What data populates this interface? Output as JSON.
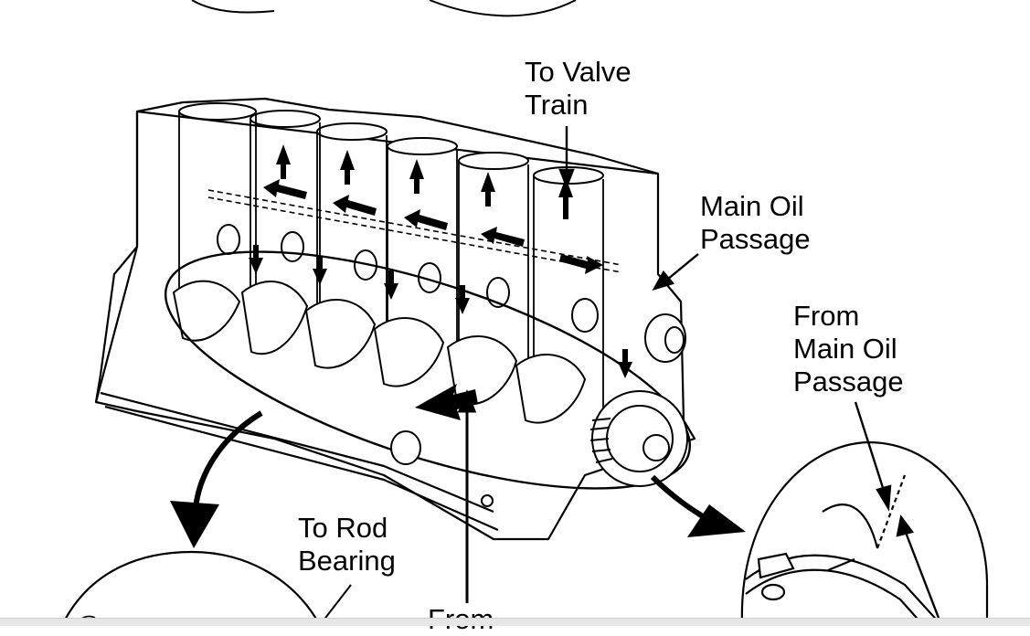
{
  "labels": {
    "to_valve_train": [
      "To Valve",
      "Train"
    ],
    "main_oil_passage": [
      "Main Oil",
      "Passage"
    ],
    "from_main_oil_passage": [
      "From",
      "Main Oil",
      "Passage"
    ],
    "to_rod_bearing": [
      "To Rod",
      "Bearing"
    ],
    "from_bottom": "From"
  }
}
